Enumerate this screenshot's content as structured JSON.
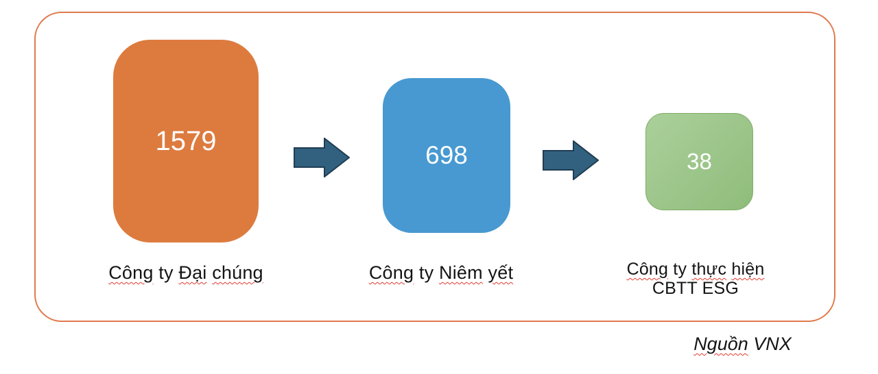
{
  "diagram": {
    "title_hint": "Company ESG disclosure funnel",
    "stages": [
      {
        "value": "1579",
        "label": "Công ty Đại chúng",
        "label_words": {
          "w1": "Công",
          "w2": "ty",
          "w3": "Đại",
          "w4": "chúng"
        },
        "fill_color": "#DD7B3F"
      },
      {
        "value": "698",
        "label": "Công ty Niêm yết",
        "label_words": {
          "w1": "Công",
          "w2": "ty",
          "w3": "Niêm",
          "w4": "yết"
        },
        "fill_color": "#4899D1"
      },
      {
        "value": "38",
        "label": "Công ty thực hiện CBTT ESG",
        "label_words": {
          "w1": "Công",
          "w2": "ty",
          "w3": "thực",
          "w4": "hiện"
        },
        "label_line2": "CBTT ESG",
        "fill_color": "#9CC58A",
        "border_color": "#7FAE66"
      }
    ],
    "arrow": {
      "icon": "right-block-arrow",
      "fill_color": "#31617F",
      "border_color": "#1F3D52"
    },
    "frame_border_color": "#E0794B"
  },
  "source": {
    "word1": "Nguồn",
    "word2": "VNX",
    "full": "Nguồn VNX"
  },
  "colors": {
    "background": "#FFFFFF",
    "value_text": "#FFFFFF",
    "label_text": "#141414",
    "spellcheck_squiggle": "#E03A2F"
  }
}
